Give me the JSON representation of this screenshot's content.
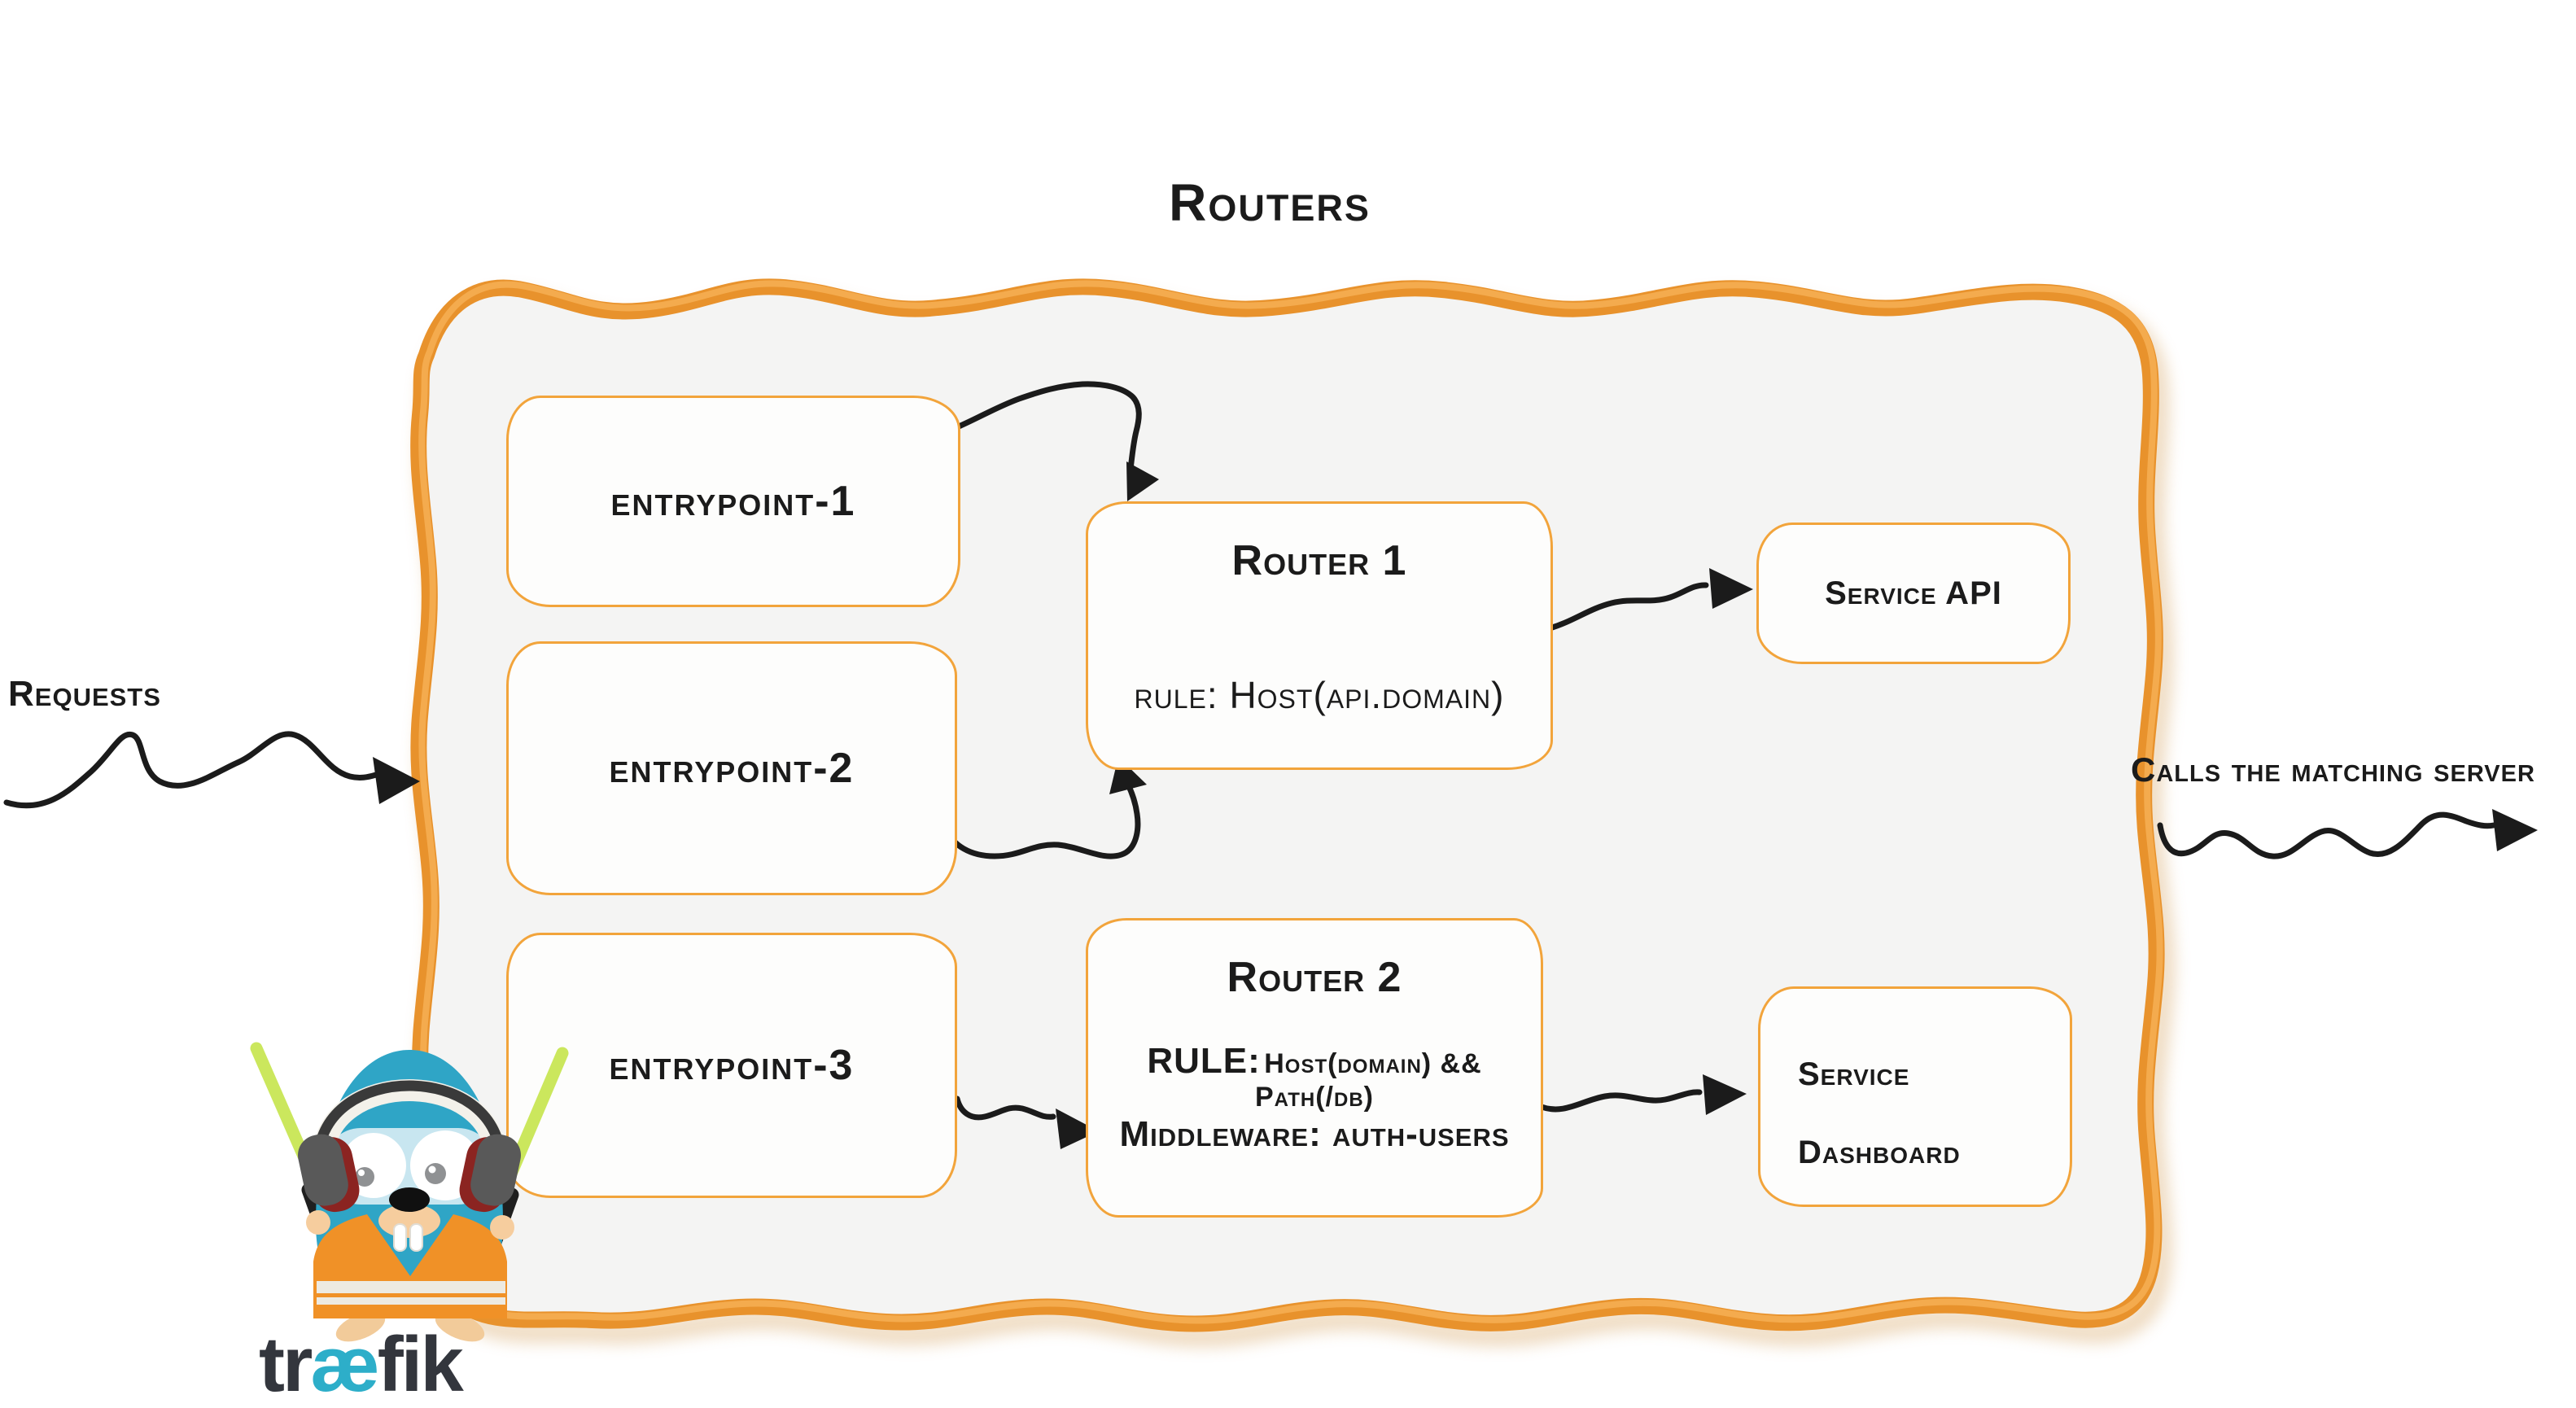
{
  "page": {
    "title_label": "Routers"
  },
  "annotations": {
    "requests": "Requests",
    "calls": "Calls the matching server"
  },
  "entrypoints": [
    {
      "label": "entrypoint-1"
    },
    {
      "label": "entrypoint-2"
    },
    {
      "label": "entrypoint-3"
    }
  ],
  "routers": [
    {
      "name": "Router 1",
      "rule": "rule: Host(api.domain)"
    },
    {
      "name": "Router 2",
      "rule_label": "RULE:",
      "rule_value": "Host(domain) && Path(/db)",
      "middleware": "Middleware: auth-users"
    }
  ],
  "services": [
    {
      "label": "Service API"
    },
    {
      "label": "Service Dashboard"
    }
  ],
  "brand": {
    "wordmark_pre": "tr",
    "wordmark_ae": "æ",
    "wordmark_post": "fik"
  },
  "colors": {
    "zone_border_orange": "#e8922c",
    "box_border_orange": "#f2a43b",
    "zone_fill_gray": "#f4f4f3",
    "ink_black": "#1b1b1b",
    "gopher_teal": "#2fa5c6",
    "vest_orange": "#f09127",
    "stick_green": "#cbe75d",
    "wordmark_dark": "#33363d",
    "wordmark_accent_teal": "#2daec9"
  }
}
